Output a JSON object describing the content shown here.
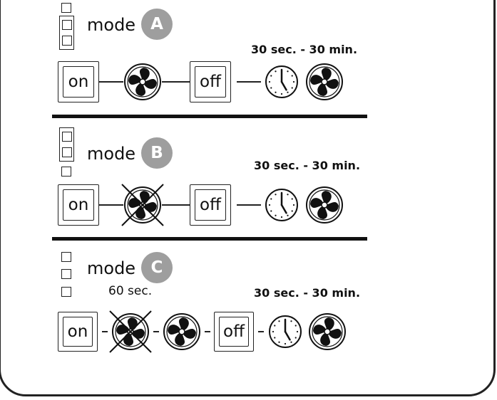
{
  "modes": [
    {
      "id": "A",
      "label": "mode",
      "letter": "A",
      "time_range": "30 sec. - 30 min.",
      "on_label": "on",
      "off_label": "off",
      "first_fan_disabled": false
    },
    {
      "id": "B",
      "label": "mode",
      "letter": "B",
      "time_range": "30 sec. - 30 min.",
      "on_label": "on",
      "off_label": "off",
      "first_fan_disabled": true
    },
    {
      "id": "C",
      "label": "mode",
      "letter": "C",
      "time_range": "30 sec. - 30 min.",
      "pre_delay": "60 sec.",
      "on_label": "on",
      "off_label": "off",
      "first_fan_disabled": true
    }
  ],
  "colors": {
    "badge": "#9e9e9e",
    "ink": "#111111",
    "background": "#ffffff"
  },
  "icons": [
    "fan-icon",
    "clock-icon",
    "disabled-fan-icon"
  ]
}
